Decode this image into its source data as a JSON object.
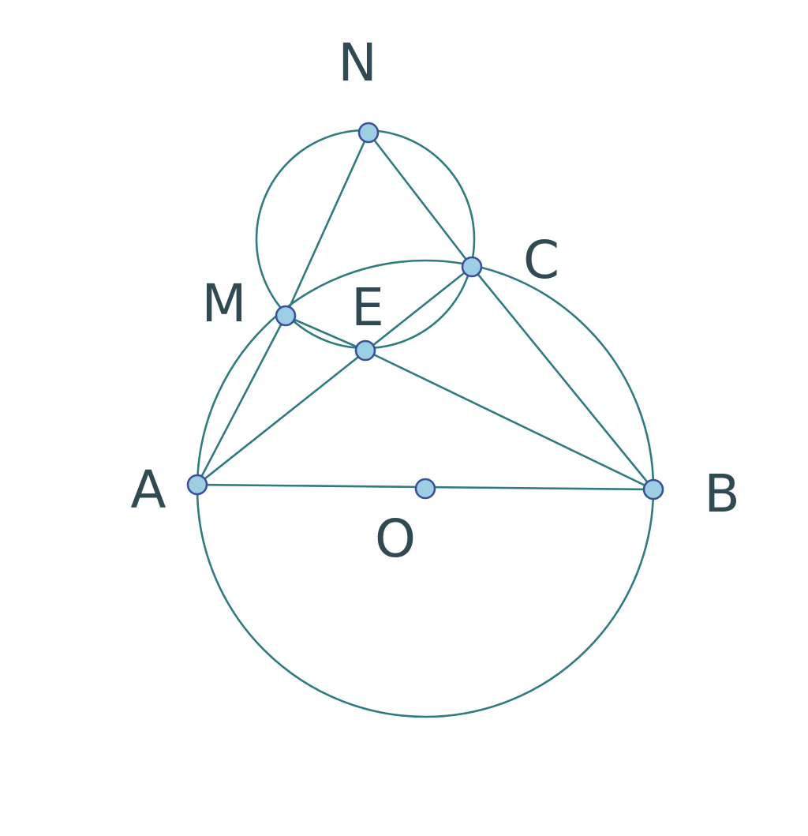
{
  "points": {
    "N": "N",
    "M": "M",
    "E": "E",
    "C": "C",
    "A": "A",
    "O": "O",
    "B": "B"
  },
  "colors": {
    "line": "#2e7b80",
    "point_fill": "#9dcfe2",
    "point_stroke": "#3a4fa0",
    "label": "#2f4a52"
  }
}
